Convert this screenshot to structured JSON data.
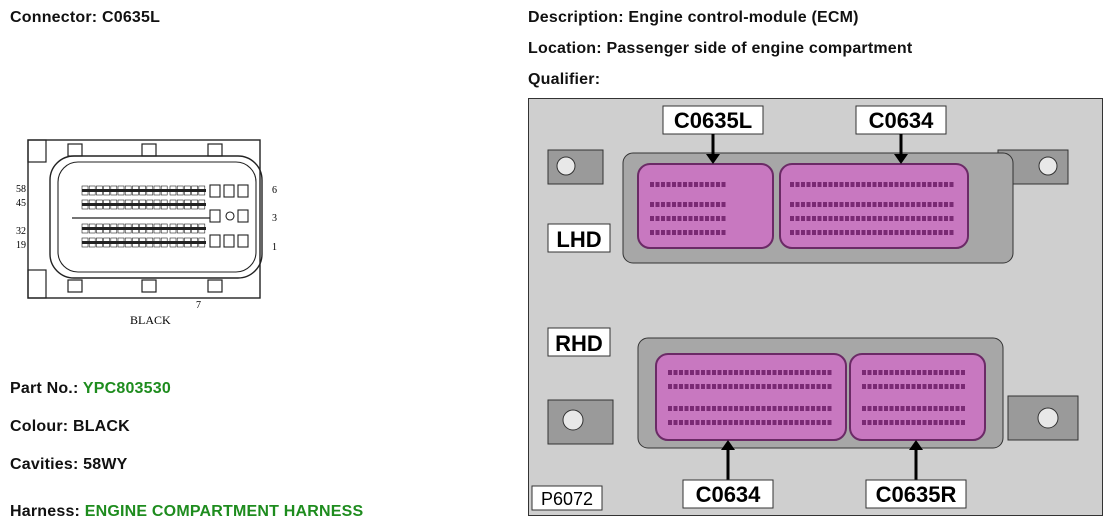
{
  "connector": {
    "label": "Connector:",
    "value": "C0635L"
  },
  "description": {
    "label": "Description:",
    "value": "Engine control-module (ECM)"
  },
  "location": {
    "label": "Location:",
    "value": "Passenger side of engine compartment"
  },
  "qualifier": {
    "label": "Qualifier:",
    "value": ""
  },
  "part_no": {
    "label": "Part No.:",
    "value": "YPC803530"
  },
  "colour": {
    "label": "Colour:",
    "value": "BLACK"
  },
  "cavities": {
    "label": "Cavities:",
    "value": "58WY"
  },
  "harness": {
    "label": "Harness:",
    "value": "ENGINE COMPARTMENT HARNESS"
  },
  "face_view": {
    "pins_left": [
      "58",
      "45",
      "32",
      "19"
    ],
    "pins_right": [
      "6",
      "3",
      "1"
    ],
    "pin_bottom": "7",
    "colour_text": "BLACK"
  },
  "photo": {
    "callout_top_left": "C0635L",
    "callout_top_right": "C0634",
    "lhd": "LHD",
    "rhd": "RHD",
    "callout_bottom_left": "C0634",
    "callout_bottom_right": "C0635R",
    "figure_id": "P6072"
  },
  "colors": {
    "accent_green": "#1e8c1e",
    "connector_pink": "#c878c0",
    "photo_bg": "#cfcfcf"
  }
}
